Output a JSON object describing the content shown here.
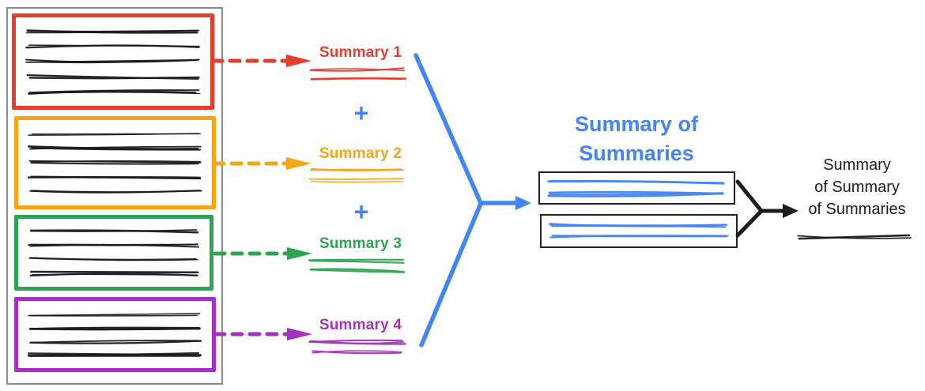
{
  "colors": {
    "red": "#E33E2E",
    "orange": "#F7A417",
    "green": "#2FA452",
    "purple": "#A233C1",
    "blue": "#4285F4",
    "ink": "#1C1C1C",
    "frame": "#8C8C8C"
  },
  "documents": [
    {
      "color": "red",
      "text_lines": 5
    },
    {
      "color": "orange",
      "text_lines": 5
    },
    {
      "color": "green",
      "text_lines": 4
    },
    {
      "color": "purple",
      "text_lines": 4
    }
  ],
  "summaries": [
    {
      "label": "Summary 1",
      "color": "red"
    },
    {
      "label": "Summary 2",
      "color": "orange"
    },
    {
      "label": "Summary 3",
      "color": "green"
    },
    {
      "label": "Summary 4",
      "color": "purple"
    }
  ],
  "operators": {
    "plus": "+"
  },
  "intermediate": {
    "title": "Summary of\nSummaries",
    "box_count": 2
  },
  "final": {
    "label": "Summary\nof Summary\nof Summaries"
  }
}
